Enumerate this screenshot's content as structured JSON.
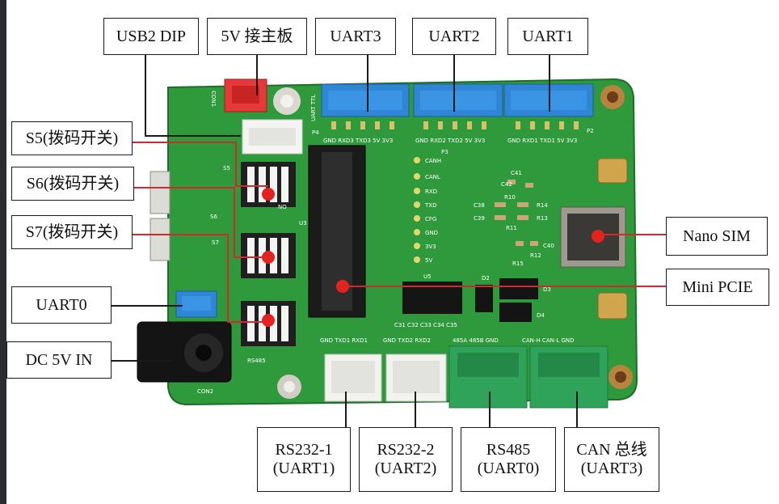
{
  "labels": {
    "usb2_dip": "USB2 DIP",
    "power_5v": "5V 接主板",
    "uart3": "UART3",
    "uart2": "UART2",
    "uart1": "UART1",
    "s5": "S5(拨码开关)",
    "s6": "S6(拨码开关)",
    "s7": "S7(拨码开关)",
    "uart0": "UART0",
    "dc_in": "DC 5V IN",
    "nano_sim": "Nano SIM",
    "mini_pcie": "Mini PCIE",
    "rs232_1": [
      "RS232-1",
      "(UART1)"
    ],
    "rs232_2": [
      "RS232-2",
      "(UART2)"
    ],
    "rs485": [
      "RS485",
      "(UART0)"
    ],
    "can_bus": [
      "CAN 总线",
      "(UART3)"
    ]
  },
  "silkscreen": {
    "p4_pins": "GND RXD3 TXD3 5V 3V3",
    "p1_pins": "GND RXD2 TXD2 5V 3V3",
    "p2_pins": "GND RXD1 TXD1 5V 3V3",
    "uart_ttl": "UART TTL",
    "p4": "P4",
    "p2": "P2",
    "p3": "P3",
    "con1": "CON1",
    "con2": "CON2",
    "k1_pins": "GND TXD1 RXD1",
    "k2_pins": "GND TXD2 RXD2",
    "k4_pins": "485A 485B GND",
    "can_pins": "CAN-H CAN-L GND",
    "led_labels": [
      "CANH",
      "CANL",
      "RXD",
      "TXD",
      "CFG",
      "GND",
      "3V3",
      "5V"
    ],
    "u5": "U5",
    "u3": "U3",
    "d2": "D2",
    "d3": "D3",
    "d4": "D4",
    "rs485_lbl": "RS485",
    "s5_lbl": "S5",
    "s6_lbl": "S6",
    "s7_lbl": "S7",
    "no": "NO",
    "parts_right": [
      "C41",
      "C42",
      "C38",
      "R10",
      "R14",
      "C39",
      "R13",
      "R11",
      "R15",
      "R12",
      "C40"
    ],
    "caps_bottom": "C31 C32 C33 C34 C35"
  },
  "colors": {
    "pcb": "#2f9a3c",
    "pcb_dark": "#227a2e",
    "header_blue": "#2f86d6",
    "terminal_green": "#2fa35a",
    "callout_line": "#d8262b",
    "marker_red": "#e4231f"
  }
}
